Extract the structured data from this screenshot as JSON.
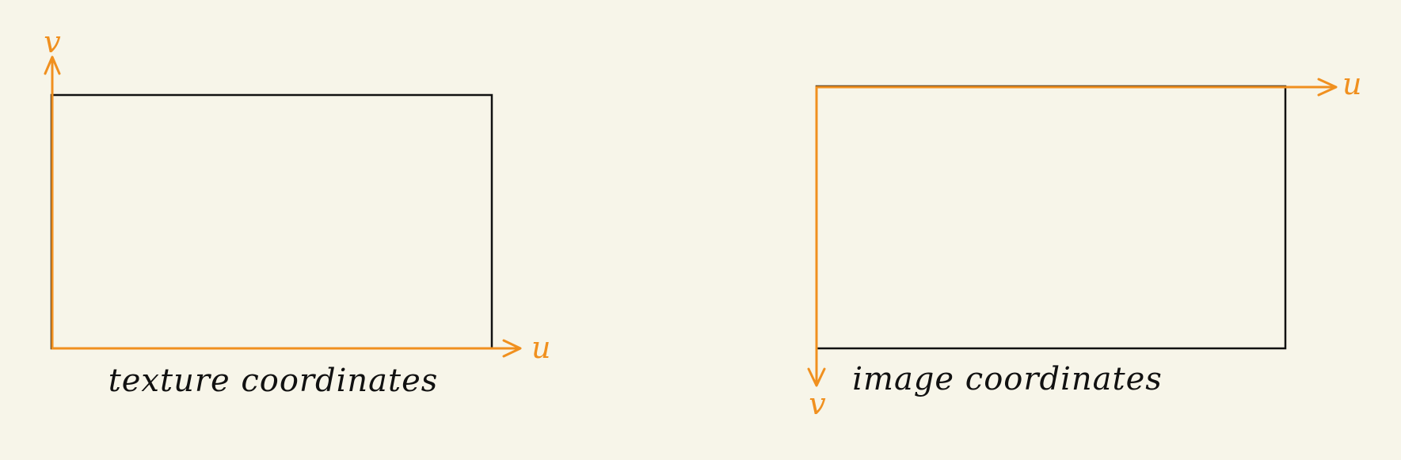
{
  "colors": {
    "background": "#f7f5e9",
    "frame": "#111111",
    "axis": "#f0901f"
  },
  "panels": [
    {
      "caption": "texture coordinates",
      "axes": {
        "horizontal": "u",
        "vertical": "v",
        "vertical_direction": "up",
        "origin": "bottom-left"
      }
    },
    {
      "caption": "image coordinates",
      "axes": {
        "horizontal": "u",
        "vertical": "v",
        "vertical_direction": "down",
        "origin": "top-left"
      }
    }
  ]
}
